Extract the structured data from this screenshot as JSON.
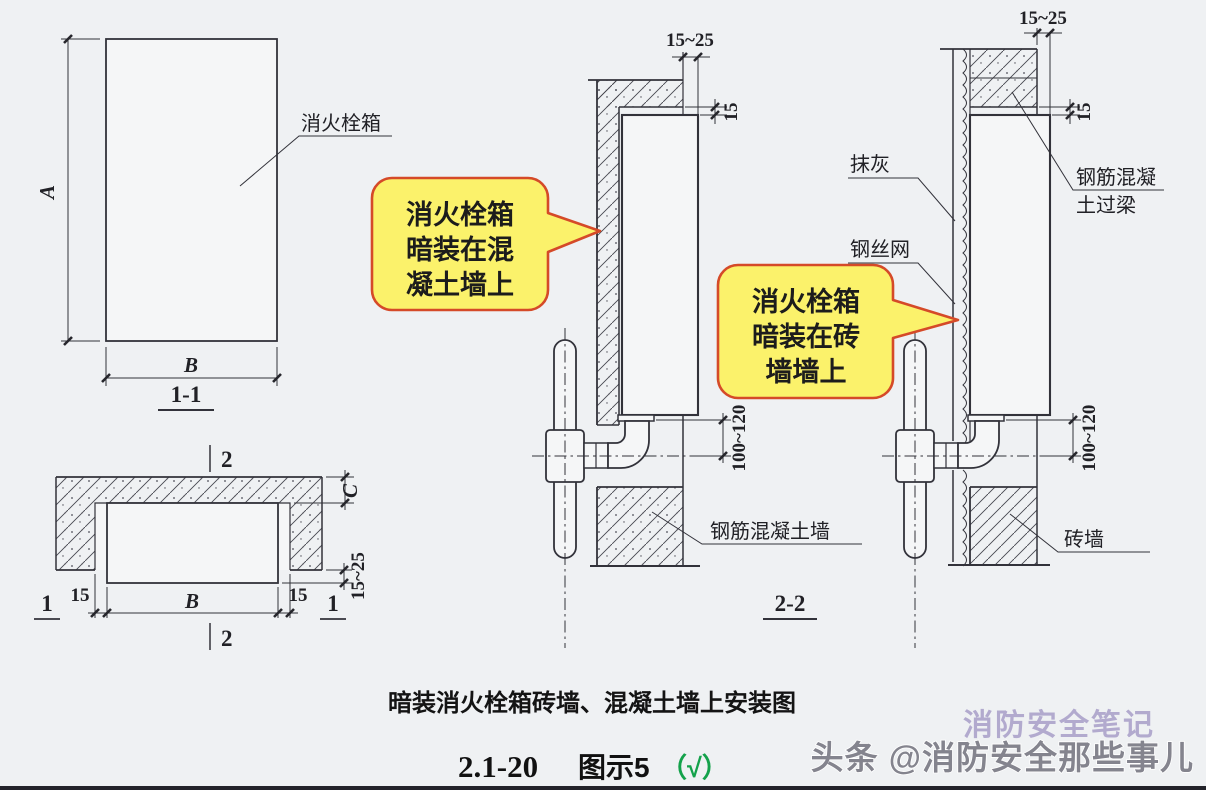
{
  "colors": {
    "background": "#eff1f3",
    "line": "#32323a",
    "callout_fill": "#fbf26b",
    "callout_border": "#d54a28",
    "check_green": "#14a24b",
    "watermark_gray": "#84848e",
    "watermark_purple": "#9b8fc0"
  },
  "view_1_1": {
    "height_label": "A",
    "width_label": "B",
    "section_label": "1-1",
    "part_label": "消火栓箱"
  },
  "plan_view": {
    "marker_top": "2",
    "marker_bottom": "2",
    "marker_left": "1",
    "marker_right": "1",
    "depth_label": "C",
    "width_label": "B",
    "gap_left": "15",
    "gap_right": "15",
    "protrusion": "15~25"
  },
  "section_concrete": {
    "top_gap": "15~25",
    "lintel_gap": "15",
    "pipe_offset": "100~120",
    "wall_label": "钢筋混凝土墙",
    "section_label": "2-2",
    "callout_line1": "消火栓箱",
    "callout_line2": "暗装在混",
    "callout_line3": "凝土墙上"
  },
  "section_brick": {
    "top_gap": "15~25",
    "lintel_gap": "15",
    "pipe_offset": "100~120",
    "plaster_label": "抹灰",
    "mesh_label": "钢丝网",
    "lintel_label_line1": "钢筋混凝",
    "lintel_label_line2": "土过梁",
    "wall_label": "砖墙",
    "callout_line1": "消火栓箱",
    "callout_line2": "暗装在砖",
    "callout_line3": "墙墙上"
  },
  "captions": {
    "title": "暗装消火栓箱砖墙、混凝土墙上安装图",
    "figure_number": "2.1-20",
    "figure_label": "图示5",
    "checkmark": "（√）"
  },
  "watermark": {
    "overlay": "消防安全笔记",
    "main": "头条 @消防安全那些事儿"
  }
}
